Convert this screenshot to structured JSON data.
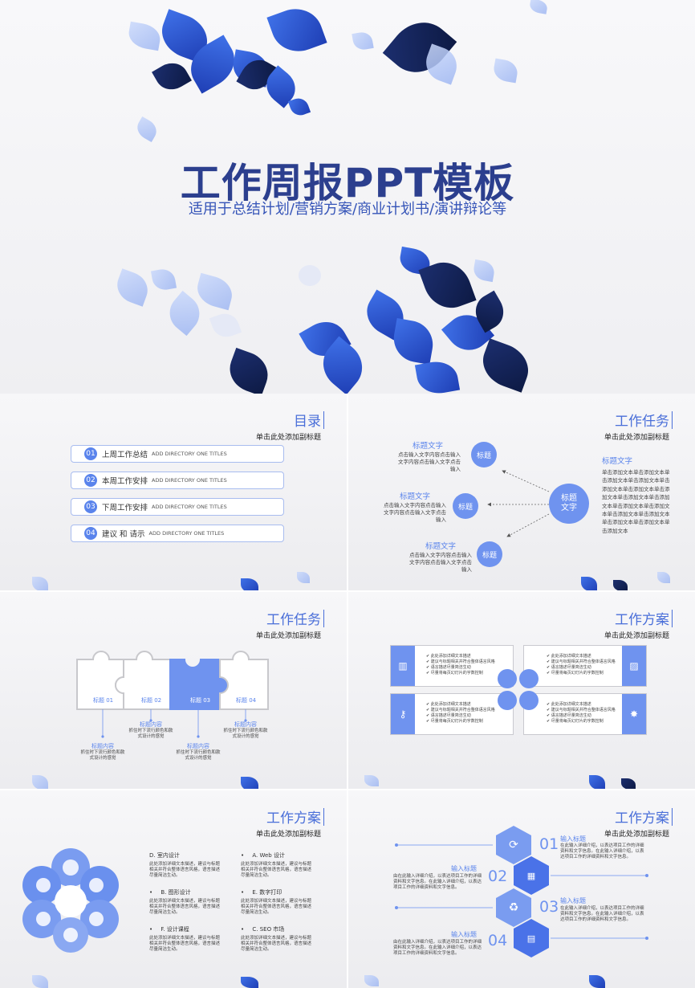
{
  "cover": {
    "title": "工作周报PPT模板",
    "subtitle": "适用于总结计划/营销方案/商业计划书/演讲辩论等"
  },
  "slide_directory": {
    "title": "目录",
    "subtitle": "单击此处添加副标题",
    "items": [
      {
        "num": "01",
        "label": "上周工作总结",
        "en": "ADD DIRECTORY ONE TITLES"
      },
      {
        "num": "02",
        "label": "本周工作安排",
        "en": "ADD DIRECTORY ONE TITLES"
      },
      {
        "num": "03",
        "label": "下周工作安排",
        "en": "ADD DIRECTORY ONE TITLES"
      },
      {
        "num": "04",
        "label": "建议 和 请示",
        "en": "ADD DIRECTORY ONE TITLES"
      }
    ]
  },
  "slide_task1": {
    "title": "工作任务",
    "subtitle": "单击此处添加副标题",
    "center": "标题\n文字",
    "nodes": [
      {
        "circle": "标题",
        "title": "标题文字",
        "text": "点击输入文字内容点击输入文字内容点击输入文字点击输入"
      },
      {
        "circle": "标题",
        "title": "标题文字",
        "text": "点击输入文字内容点击输入文字内容点击输入文字点击输入"
      },
      {
        "circle": "标题",
        "title": "标题文字",
        "text": "点击输入文字内容点击输入文字内容点击输入文字点击输入"
      }
    ],
    "right_title": "标题文字",
    "right_text": "单击添加文本单击添加文本单击添加文本单击添加文本单击添加文本单击添加文本单击添加文本单击添加文本单击添加文本单击添加文本单击添加文本单击添加文本单击添加文本单击添加文本单击添加文本单击添加文本"
  },
  "slide_task2": {
    "title": "工作任务",
    "subtitle": "单击此处添加副标题",
    "pieces": [
      "标题 01",
      "标题 02",
      "标题 03",
      "标题 04"
    ],
    "notes": [
      {
        "title": "标题内容",
        "text": "抓住时下流行颜色和款式设计的感觉"
      },
      {
        "title": "标题内容",
        "text": "抓住时下流行颜色和款式设计的感觉"
      },
      {
        "title": "标题内容",
        "text": "抓住时下流行颜色和款式设计的感觉"
      },
      {
        "title": "标题内容",
        "text": "抓住时下流行颜色和款式设计的感觉"
      }
    ]
  },
  "slide_plan1": {
    "title": "工作方案",
    "subtitle": "单击此处添加副标题",
    "bullets": [
      "此处添加详细文本描述",
      "建议与标题相关并符合整体语言风格",
      "语言描述尽量简洁生动",
      "尽量将每页幻灯片的字数控制"
    ]
  },
  "slide_plan2": {
    "title": "工作方案",
    "subtitle": "单击此处添加副标题",
    "items": [
      {
        "label": "D. 室内设计",
        "text": "此处添加详细文本描述，建议与标题相关并符合整体语言风格，语言描述尽量简洁生动。"
      },
      {
        "label": "A. Web 设计",
        "text": "此处添加详细文本描述，建议与标题相关并符合整体语言风格，语言描述尽量简洁生动。"
      },
      {
        "label": "B. 图形设计",
        "text": "此处添加详细文本描述，建议与标题相关并符合整体语言风格，语言描述尽量简洁生动。"
      },
      {
        "label": "E. 数字打印",
        "text": "此处添加详细文本描述，建议与标题相关并符合整体语言风格，语言描述尽量简洁生动。"
      },
      {
        "label": "F. 设计课程",
        "text": "此处添加详细文本描述，建议与标题相关并符合整体语言风格，语言描述尽量简洁生动。"
      },
      {
        "label": "C. SEO 市场",
        "text": "此处添加详细文本描述，建议与标题相关并符合整体语言风格，语言描述尽量简洁生动。"
      }
    ]
  },
  "slide_plan3": {
    "title": "工作方案",
    "subtitle": "单击此处添加副标题",
    "steps": [
      {
        "num": "01",
        "title": "输入标题",
        "text": "在此输入详细介绍，以表达项目工作的详细资料和文字信息。在此输入详细介绍，以表达项目工作的详细资料和文字信息。"
      },
      {
        "num": "02",
        "title": "输入标题",
        "text": "由在此输入详细介绍，以表达项目工作的详细资料和文字信息。在此输入详细介绍，以表达项目工作的详细资料和文字信息。"
      },
      {
        "num": "03",
        "title": "输入标题",
        "text": "在此输入详细介绍，以表达项目工作的详细资料和文字信息。在此输入详细介绍，以表达项目工作的详细资料和文字信息。"
      },
      {
        "num": "04",
        "title": "输入标题",
        "text": "由在此输入详细介绍，以表达项目工作的详细资料和文字信息。在此输入详细介绍，以表达项目工作的详细资料和文字信息。"
      }
    ]
  }
}
